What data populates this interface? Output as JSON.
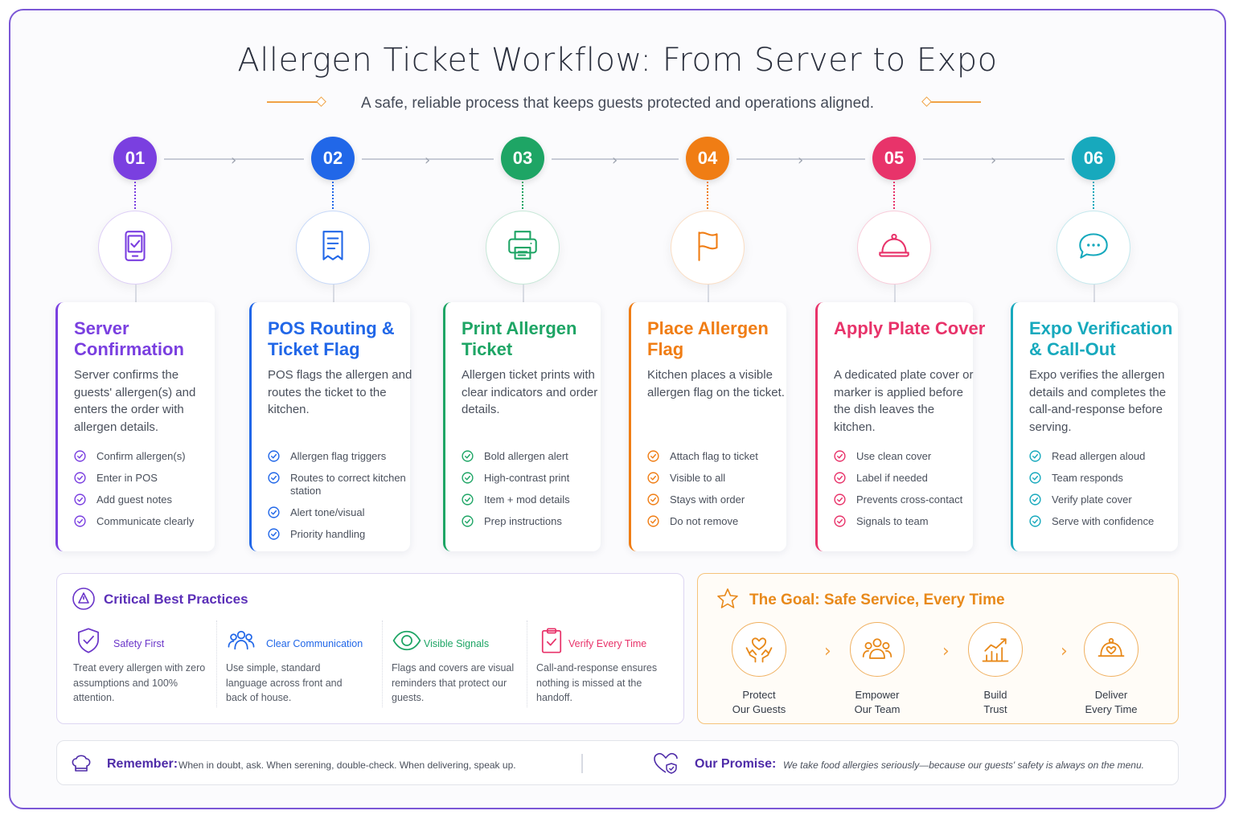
{
  "header": {
    "title": "Allergen Ticket Workflow: From Server to Expo",
    "subtitle": "A safe, reliable process that keeps guests protected and operations aligned."
  },
  "steps": [
    {
      "number": "01",
      "color": "#7a3fe0",
      "icon": "tablet-check-icon",
      "title": "Server Confirmation",
      "description": "Server confirms the guests' allergen(s) and enters the order with allergen details.",
      "items": [
        "Confirm allergen(s)",
        "Enter in POS",
        "Add guest notes",
        "Communicate clearly"
      ]
    },
    {
      "number": "02",
      "color": "#2167e8",
      "icon": "receipt-icon",
      "title": "POS Routing & Ticket Flag",
      "description": "POS flags the allergen and routes the ticket to the kitchen.",
      "items": [
        "Allergen flag triggers",
        "Routes to correct kitchen station",
        "Alert tone/visual",
        "Priority handling"
      ]
    },
    {
      "number": "03",
      "color": "#1ea565",
      "icon": "printer-icon",
      "title": "Print Allergen Ticket",
      "description": "Allergen ticket prints with clear indicators and order details.",
      "items": [
        "Bold allergen alert",
        "High-contrast print",
        "Item + mod details",
        "Prep instructions"
      ]
    },
    {
      "number": "04",
      "color": "#f07d14",
      "icon": "flag-icon",
      "title": "Place Allergen Flag",
      "description": "Kitchen places a visible allergen flag on the ticket.",
      "items": [
        "Attach flag to ticket",
        "Visible to all",
        "Stays with order",
        "Do not remove"
      ]
    },
    {
      "number": "05",
      "color": "#e8336a",
      "icon": "cloche-icon",
      "title": "Apply Plate Cover",
      "description": "A dedicated plate cover or marker is applied before the dish leaves the kitchen.",
      "items": [
        "Use clean cover",
        "Label if needed",
        "Prevents cross-contact",
        "Signals to team"
      ]
    },
    {
      "number": "06",
      "color": "#17a9bd",
      "icon": "chat-bubble-icon",
      "title": "Expo Verification & Call-Out",
      "description": "Expo verifies the allergen details and completes the call-and-response before serving.",
      "items": [
        "Read allergen aloud",
        "Team responds",
        "Verify plate cover",
        "Serve with confidence"
      ]
    }
  ],
  "best_practices": {
    "title": "Critical Best Practices",
    "items": [
      {
        "label": "Safety First",
        "color": "#6a35c9",
        "icon": "shield-check-icon",
        "text": "Treat every allergen with zero assumptions and 100% attention."
      },
      {
        "label": "Clear Communication",
        "color": "#2167e8",
        "icon": "people-icon",
        "text": "Use simple, standard language across front and back of house."
      },
      {
        "label": "Visible Signals",
        "color": "#1ea565",
        "icon": "eye-icon",
        "text": "Flags and covers are visual reminders that protect our guests."
      },
      {
        "label": "Verify Every Time",
        "color": "#e8336a",
        "icon": "clipboard-check-icon",
        "text": "Call-and-response ensures nothing is missed at the handoff."
      }
    ]
  },
  "goal": {
    "title": "The Goal: Safe Service, Every Time",
    "items": [
      {
        "line1": "Protect",
        "line2": "Our Guests",
        "icon": "heart-hands-icon"
      },
      {
        "line1": "Empower",
        "line2": "Our Team",
        "icon": "team-icon"
      },
      {
        "line1": "Build",
        "line2": "Trust",
        "icon": "growth-chart-icon"
      },
      {
        "line1": "Deliver",
        "line2": "Every Time",
        "icon": "cloche-heart-icon"
      }
    ]
  },
  "footer": {
    "remember_label": "Remember:",
    "remember_text": "When in doubt, ask. When serening, double-check. When delivering, speak up.",
    "promise_label": "Our Promise:",
    "promise_text": "We take food allergies seriously—because our guests' safety is always on the menu."
  }
}
